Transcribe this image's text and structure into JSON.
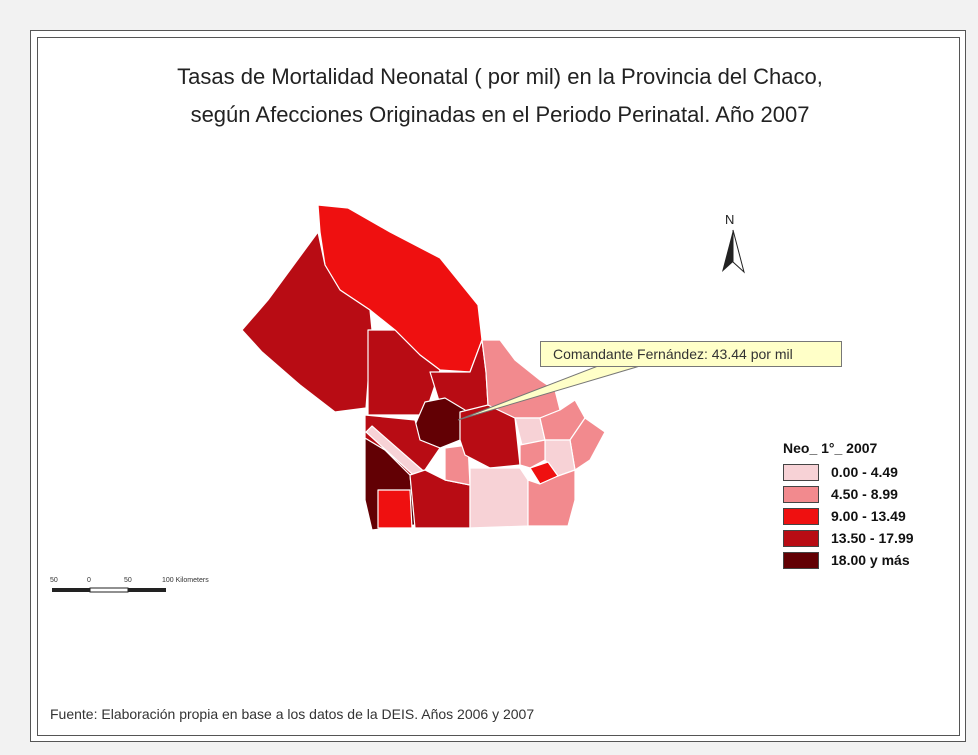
{
  "map": {
    "title_line1": "Tasas de Mortalidad Neonatal ( por mil)   en la Provincia del Chaco,",
    "title_line2": "según Afecciones Originadas en el Periodo Perinatal. Año 2007",
    "north_label": "N",
    "callout": "Comandante Fernández: 43.44 por mil",
    "source": "Fuente: Elaboración propia en base a los datos de la DEIS. Años 2006 y 2007",
    "scale_labels": [
      "50",
      "0",
      "50",
      "100 Kilometers"
    ]
  },
  "legend": {
    "title": "Neo_ 1°_ 2007",
    "items": [
      {
        "label": "0.00 - 4.49",
        "color": "#f7d2d6"
      },
      {
        "label": "4.50 - 8.99",
        "color": "#f28a8e"
      },
      {
        "label": "9.00 - 13.49",
        "color": "#ef1010"
      },
      {
        "label": "13.50 - 17.99",
        "color": "#b80c14"
      },
      {
        "label": "18.00 y más",
        "color": "#620004"
      }
    ]
  }
}
